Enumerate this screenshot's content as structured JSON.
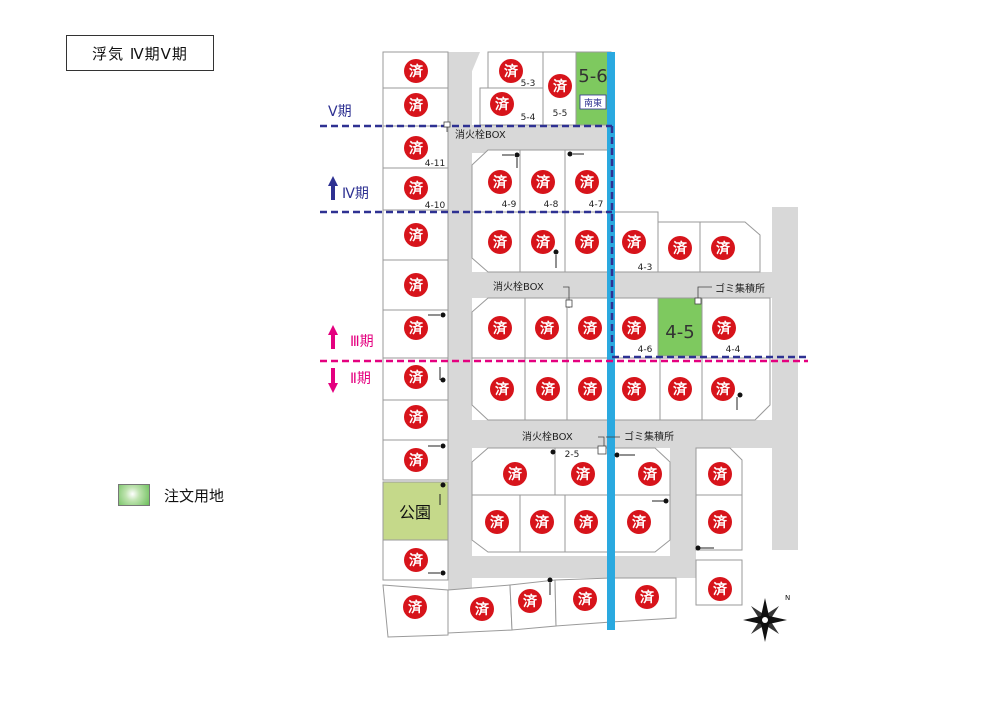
{
  "title": "浮気 Ⅳ期Ⅴ期",
  "legend": {
    "label": "注文用地",
    "color": "#6bbf5a"
  },
  "colors": {
    "sold": "#d7141b",
    "road": "#d8d8d8",
    "water": "#2aa9e0",
    "phase45": "#2e3192",
    "phase23": "#e4007f",
    "park": "#c5d98a",
    "custom": "#7ec95f"
  },
  "phase_labels": {
    "v": "Ⅴ期",
    "iv": "Ⅳ期",
    "iii": "Ⅲ期",
    "ii": "Ⅱ期"
  },
  "sold_mark": "済",
  "lot_labels": {
    "l_5_3": "5-3",
    "l_5_4": "5-4",
    "l_5_5": "5-5",
    "l_4_11": "4-11",
    "l_4_10": "4-10",
    "l_4_9": "4-9",
    "l_4_8": "4-8",
    "l_4_7": "4-7",
    "l_4_3": "4-3",
    "l_4_6": "4-6",
    "l_4_4": "4-4",
    "l_2_5": "2-5"
  },
  "big_lots": {
    "b56": "5-6",
    "b45": "4-5"
  },
  "south_east_tag": "南東",
  "park_label": "公園",
  "annotations": {
    "hydrant1": "消火栓BOX",
    "hydrant2": "消火栓BOX",
    "hydrant3": "消火栓BOX",
    "garbage1": "ゴミ集積所",
    "garbage2": "ゴミ集積所"
  }
}
